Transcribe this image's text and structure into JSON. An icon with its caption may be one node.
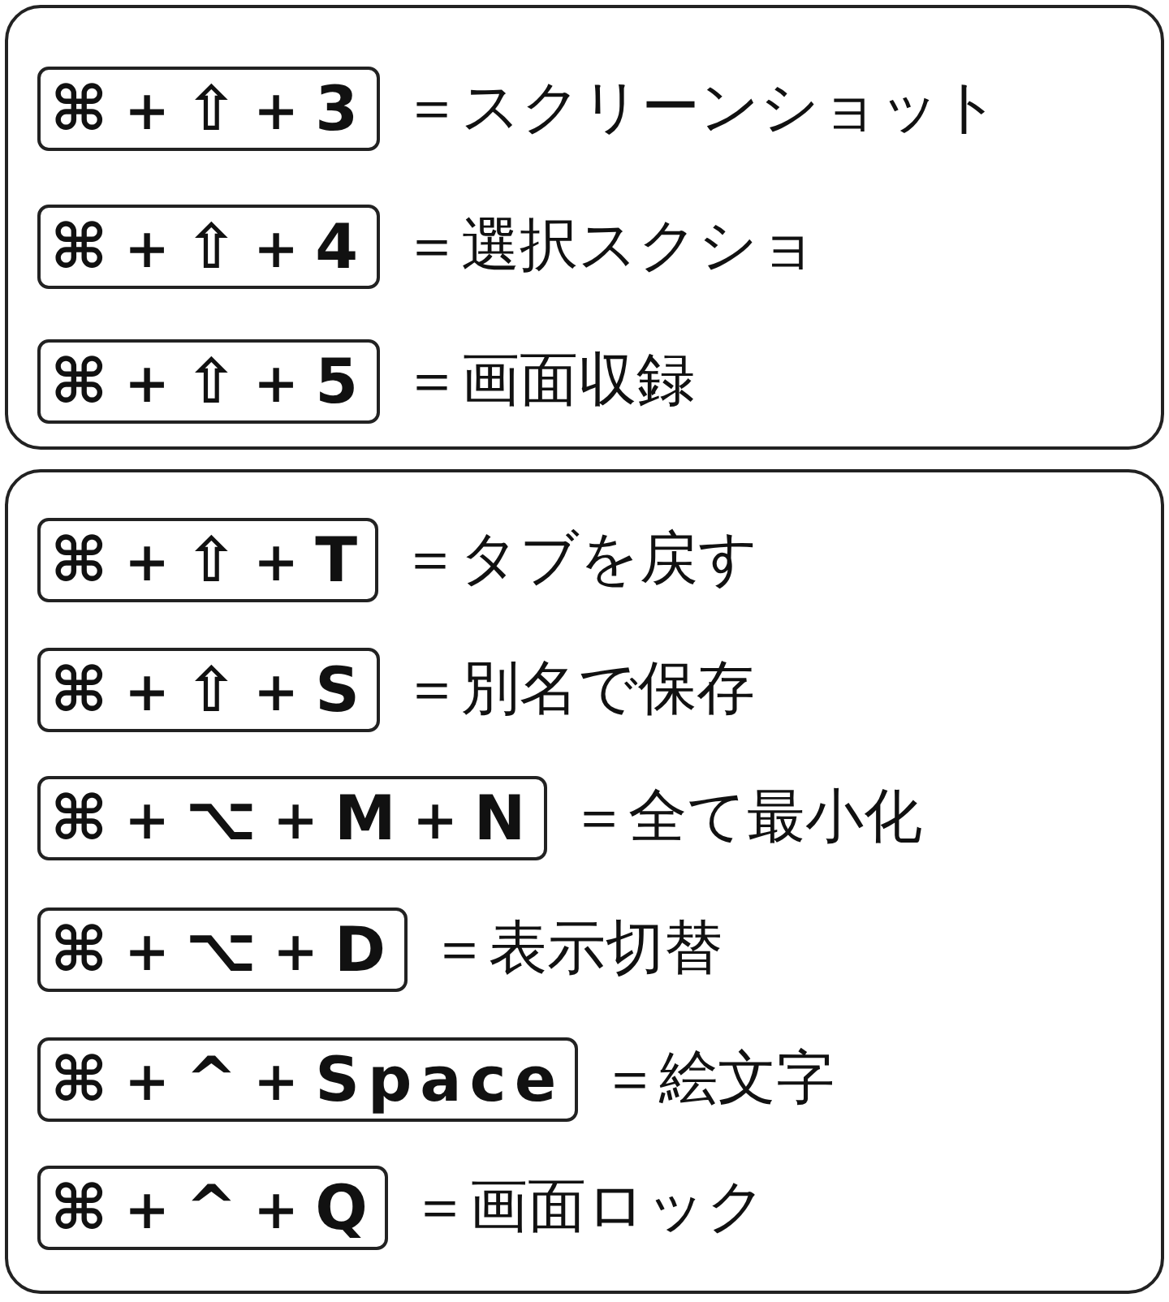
{
  "diagram": {
    "nodes": [
      {
        "text": [],
        "shape": "box"
      },
      {
        "text": [
          "⌘＋⇧＋3"
        ],
        "in": 0,
        "beside": [
          "＝スクリーンショット"
        ]
      },
      {
        "text": [
          "⌘＋⇧＋4"
        ],
        "in": 0,
        "beside": [
          "＝選択スクショ"
        ]
      },
      {
        "text": [
          "⌘＋⇧＋5"
        ],
        "in": 0,
        "beside": [
          "＝画面収録"
        ]
      },
      {
        "text": [],
        "shape": "box"
      },
      {
        "text": [
          "⌘＋⇧＋T"
        ],
        "in": 4,
        "beside": [
          "＝タブを戻す"
        ]
      },
      {
        "text": [
          "⌘＋⇧＋S"
        ],
        "in": 4,
        "beside": [
          "＝別名で保存"
        ]
      },
      {
        "text": [
          "⌘＋⌥＋M＋N"
        ],
        "in": 4,
        "beside": [
          "＝全て最小化"
        ]
      },
      {
        "text": [
          "⌘＋⌥＋D"
        ],
        "in": 4,
        "beside": [
          "＝表示切替"
        ]
      },
      {
        "text": [
          "⌘＋^＋Space"
        ],
        "in": 4,
        "beside": [
          "＝絵文字"
        ]
      },
      {
        "text": [
          "⌘＋^＋Q"
        ],
        "in": 4,
        "beside": [
          "＝画面ロック"
        ]
      }
    ]
  }
}
